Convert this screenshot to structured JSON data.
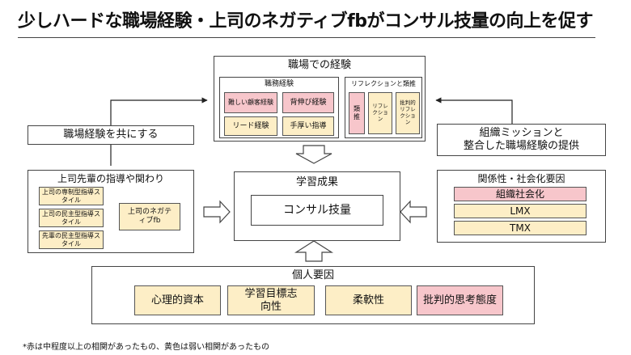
{
  "title": "少しハードな職場経験・上司のネガティブfbがコンサル技量の向上を促す",
  "workplace": {
    "title": "職場での経験",
    "duties": {
      "title": "職務経験",
      "items": [
        "難しい顧客経験",
        "背伸び経験",
        "リード経験",
        "手厚い指導"
      ]
    },
    "reflection": {
      "title": "リフレクションと類推",
      "items": [
        "類推",
        "リフレクション",
        "批判的リフレクション"
      ]
    }
  },
  "share_label": "職場経験を共にする",
  "mission_label": "組織ミッションと\n整合した職場経験の提供",
  "boss": {
    "title": "上司先輩の指導や関わり",
    "styles": [
      "上司の専制型指導スタイル",
      "上司の民主型指導スタイル",
      "先輩の民主型指導スタイル"
    ],
    "negative_fb": "上司のネガティブfb"
  },
  "outcome": {
    "title": "学習成果",
    "item": "コンサル技量"
  },
  "relations": {
    "title": "関係性・社会化要因",
    "items": [
      "組織社会化",
      "LMX",
      "TMX"
    ]
  },
  "individual": {
    "title": "個人要因",
    "items": [
      "心理的資本",
      "学習目標志向性",
      "柔軟性",
      "批判的思考態度"
    ]
  },
  "footnote": "*赤は中程度以上の相関があったもの、黄色は弱い相関があったもの",
  "colors": {
    "red_strong": "#f7c6cb",
    "yellow_weak": "#fdeec6"
  }
}
